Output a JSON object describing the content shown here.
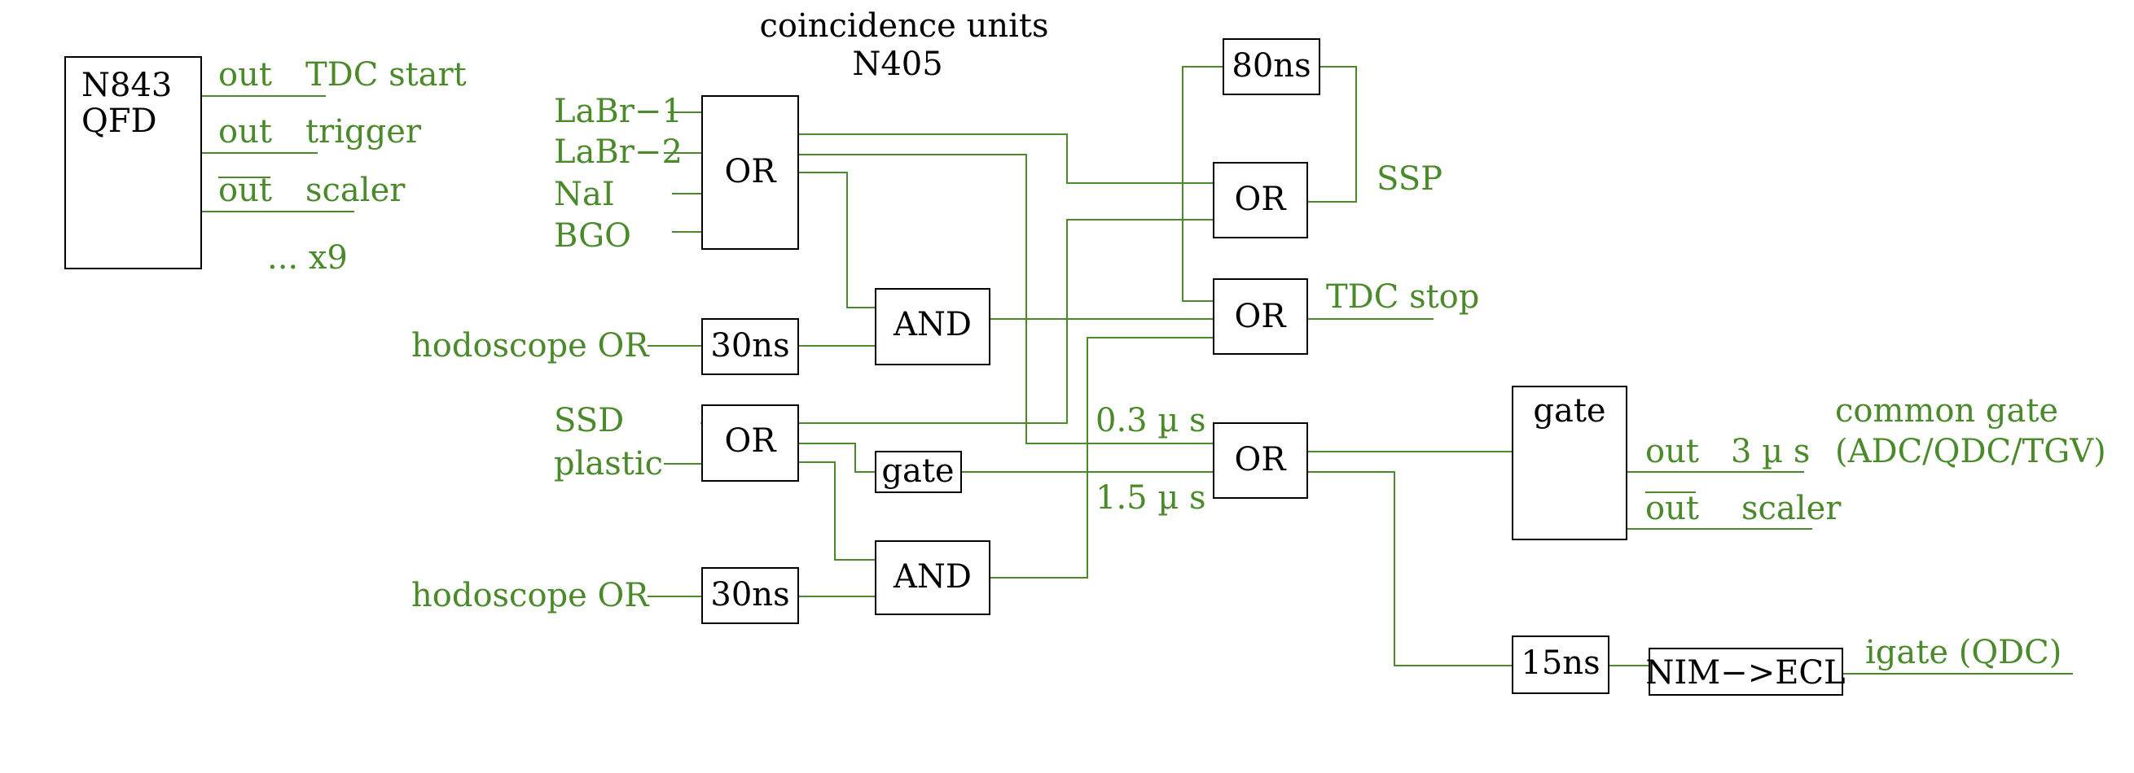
{
  "colors": {
    "wire": "#4a8a2a",
    "label": "#4a8a2a",
    "box": "#000000",
    "background": "#ffffff"
  },
  "header": {
    "line1": "coincidence units",
    "line2": "N405"
  },
  "qfd": {
    "line1": "N843",
    "line2": "QFD",
    "outputs": [
      {
        "port": "out",
        "signal": "TDC start"
      },
      {
        "port": "out",
        "signal": "trigger"
      },
      {
        "port": "out",
        "signal": "scaler"
      }
    ],
    "multiplier": "... x9"
  },
  "or_inputs": [
    "LaBr−1",
    "LaBr−2",
    "NaI",
    "BGO"
  ],
  "ssd_inputs": [
    "SSD",
    "plastic"
  ],
  "gates": {
    "or": "OR",
    "and": "AND",
    "gate": "gate",
    "delay_30": "30ns",
    "delay_80": "80ns",
    "delay_15": "15ns",
    "converter": "NIM−>ECL"
  },
  "labels": {
    "hodoscope": "hodoscope OR",
    "ssp": "SSP",
    "tdc_stop": "TDC stop",
    "delay_03": "0.3 µ s",
    "delay_15": "1.5 µ s",
    "common_gate_1": "common gate",
    "common_gate_2": "(ADC/QDC/TGV)",
    "gate_out": "out",
    "gate_width": "3 µ s",
    "gate_out_bar": "out",
    "gate_scaler": "scaler",
    "igate": "igate (QDC)"
  }
}
